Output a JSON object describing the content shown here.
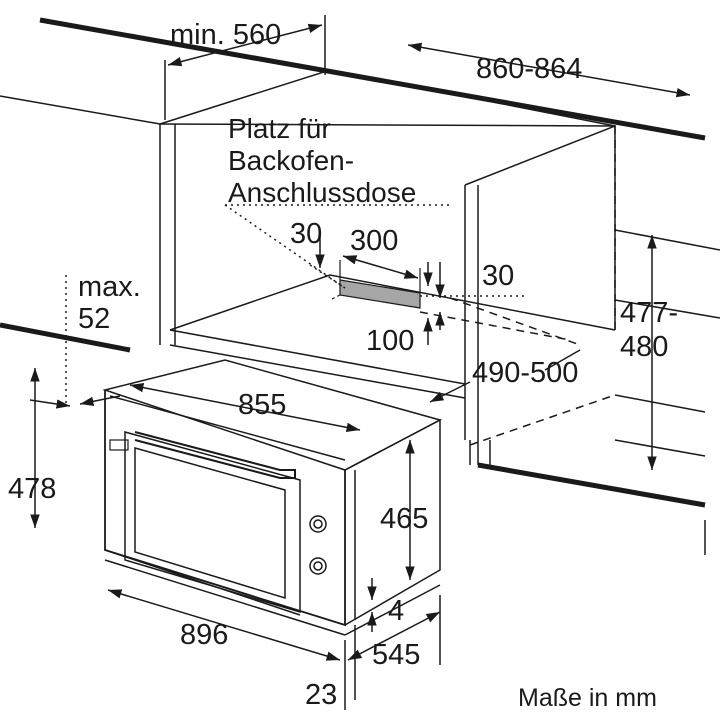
{
  "diagram": {
    "dimensions": {
      "min_depth": "min. 560",
      "niche_width": "860-864",
      "d30_left": "30",
      "d300": "300",
      "d30_right": "30",
      "d100": "100",
      "max52_line1": "max.",
      "max52_line2": "52",
      "height_477_line1": "477-",
      "height_477_line2": "480",
      "depth_490": "490-500",
      "oven_855": "855",
      "oven_478": "478",
      "oven_465": "465",
      "oven_4": "4",
      "oven_896": "896",
      "oven_545": "545",
      "oven_23": "23"
    },
    "socket_label": {
      "line1": "Platz für",
      "line2": "Backofen-",
      "line3": "Anschlussdose"
    },
    "units_note": "Maße in mm"
  },
  "colors": {
    "line": "#1a1a1a",
    "socket_fill": "#a6a6a6"
  }
}
